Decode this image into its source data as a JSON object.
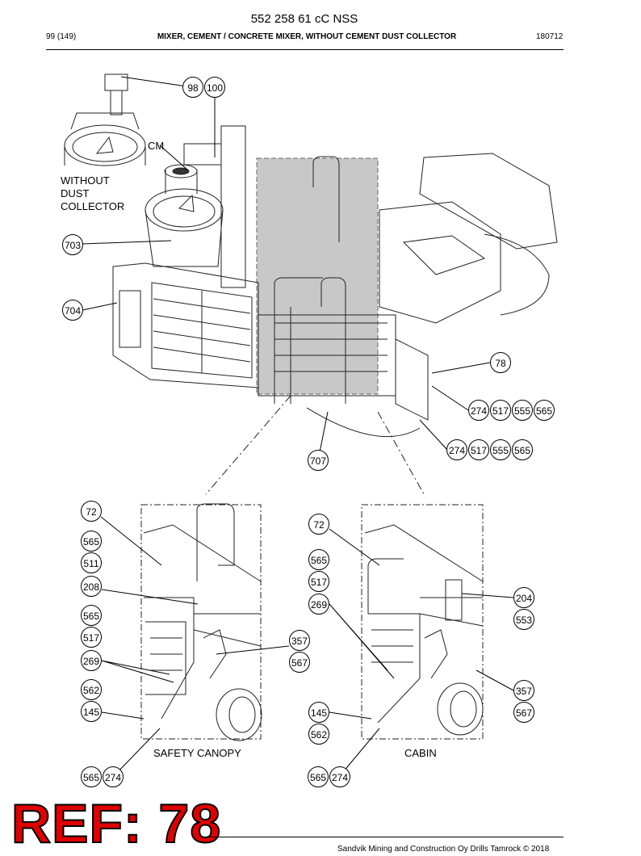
{
  "header": {
    "doc_number": "552 258 61 cC NSS",
    "page": "99 (149)",
    "section_title": "MIXER, CEMENT / CONCRETE MIXER, WITHOUT CEMENT DUST COLLECTOR",
    "date_code": "180712"
  },
  "labels": {
    "without_dust_1": "WITHOUT",
    "without_dust_2": "DUST",
    "without_dust_3": "COLLECTOR",
    "cm": "CM",
    "safety_canopy": "SAFETY CANOPY",
    "cabin": "CABIN"
  },
  "callouts": {
    "top": [
      "98",
      "100",
      "703",
      "704",
      "78",
      "274",
      "517",
      "555",
      "565",
      "274",
      "517",
      "555",
      "565",
      "707"
    ],
    "canopy": [
      "72",
      "565",
      "511",
      "208",
      "565",
      "517",
      "269",
      "562",
      "145",
      "357",
      "567",
      "565",
      "274"
    ],
    "cabin": [
      "72",
      "565",
      "517",
      "269",
      "204",
      "553",
      "357",
      "567",
      "145",
      "562",
      "565",
      "274"
    ]
  },
  "ref_label": "REF: 78",
  "footer": {
    "copyright": "Sandvik Mining and Construction Oy Drills Tamrock © 2018"
  }
}
